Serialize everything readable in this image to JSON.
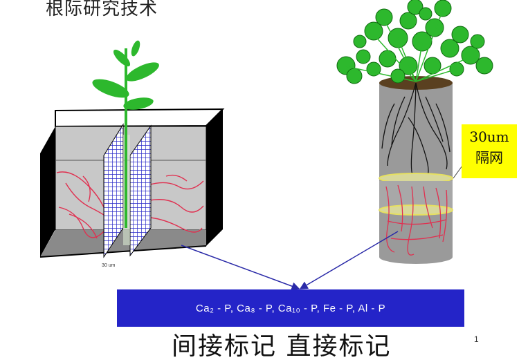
{
  "title": "根际研究技术",
  "mesh_label": {
    "line1": "30um",
    "line2": "隔网"
  },
  "scale_label": "30 um",
  "fractions_bar": {
    "text": "Ca₂ - P, Ca₈ - P, Ca₁₀ - P, Fe - P, Al - P"
  },
  "bottom_caption": "间接标记  直接标记",
  "page_number": "1",
  "colors": {
    "bar": "#2424c8",
    "label_box": "#ffff00",
    "leaf": "#2db82d",
    "root_red": "#e03050",
    "arrow": "#2a2aa8"
  }
}
